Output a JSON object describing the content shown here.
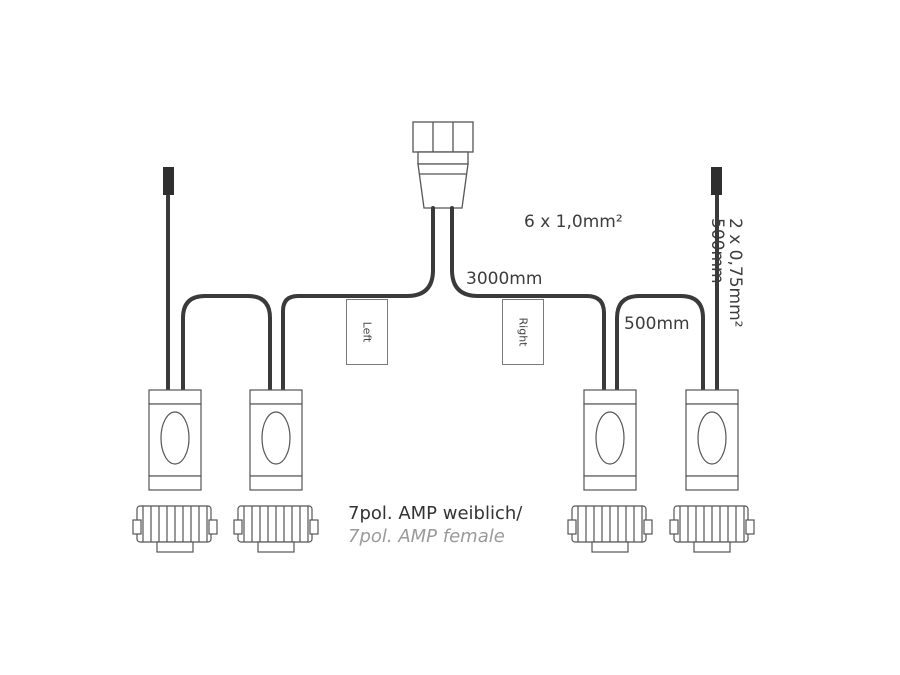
{
  "labels": {
    "main_cable_spec": "6 x 1,0mm²",
    "main_cable_length": "3000mm",
    "branch_length": "500mm",
    "side_cable_spec": "2 x 0,75mm²",
    "side_cable_length": "500mm",
    "flag_left": "Left",
    "flag_right": "Right",
    "connector_de": "7pol. AMP weiblich/",
    "connector_en": "7pol. AMP female"
  },
  "colors": {
    "cable": "#3a3a3a",
    "outline": "#555555",
    "text": "#3c3c3c",
    "text_secondary": "#9a9a9a"
  }
}
